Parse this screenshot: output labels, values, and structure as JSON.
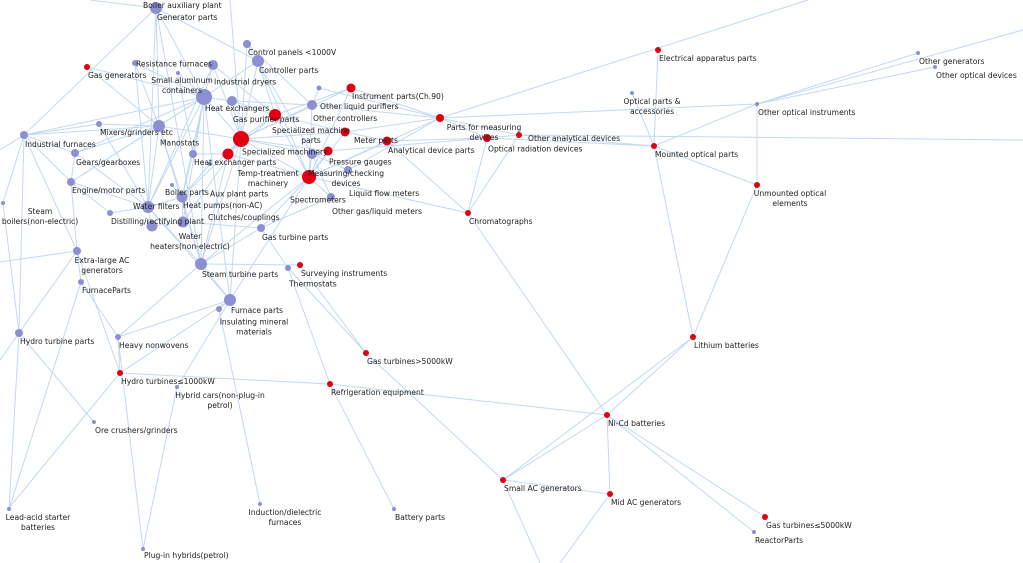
{
  "colors": {
    "product_node": "#8c90d2",
    "highlight_node": "#e0000f",
    "edge": "#c3d8f1"
  },
  "nodes": [
    {
      "label": [
        "Boiler auxiliary plant"
      ],
      "group": "product"
    },
    {
      "label": [
        "Generator parts"
      ],
      "group": "product"
    },
    {
      "label": [
        "Control panels <1000V"
      ],
      "group": "product"
    },
    {
      "label": [
        "Controller parts"
      ],
      "group": "product"
    },
    {
      "label": [
        "Gas generators"
      ],
      "group": "highlight"
    },
    {
      "label": [
        "Resistance furnaces"
      ],
      "group": "product"
    },
    {
      "label": [
        "Industrial dryers"
      ],
      "group": "product"
    },
    {
      "label": [
        "Small aluminum",
        "containers"
      ],
      "group": "product"
    },
    {
      "label": [
        "Heat exchangers"
      ],
      "group": "product"
    },
    {
      "label": [
        "Gas purifier parts"
      ],
      "group": "product"
    },
    {
      "label": [
        "Instrument parts(Ch.90)"
      ],
      "group": "highlight"
    },
    {
      "label": [
        "Other liquid purifiers"
      ],
      "group": "product"
    },
    {
      "label": [
        "Other controllers"
      ],
      "group": "product"
    },
    {
      "label": [
        "Specialized machine",
        "parts"
      ],
      "group": "highlight"
    },
    {
      "label": [
        "Mixers/grinders etc"
      ],
      "group": "product"
    },
    {
      "label": [
        "Manostats"
      ],
      "group": "product"
    },
    {
      "label": [
        "Industrial furnaces"
      ],
      "group": "product"
    },
    {
      "label": [
        "Specialized machinery"
      ],
      "group": "highlight"
    },
    {
      "label": [
        "Meter parts"
      ],
      "group": "highlight"
    },
    {
      "label": [
        "Analytical device parts"
      ],
      "group": "highlight"
    },
    {
      "label": [
        "Pressure gauges"
      ],
      "group": "highlight"
    },
    {
      "label": [
        "Measuring/checking",
        "devices"
      ],
      "group": "product"
    },
    {
      "label": [
        "Gears/gearboxes"
      ],
      "group": "product"
    },
    {
      "label": [
        "Heat exchanger parts"
      ],
      "group": "product"
    },
    {
      "label": [
        "Temp-treatment",
        "machinery"
      ],
      "group": "highlight"
    },
    {
      "label": [
        "Aux plant parts"
      ],
      "group": "product"
    },
    {
      "label": [
        "Liquid flow meters"
      ],
      "group": "product"
    },
    {
      "label": [
        "Spectrometers"
      ],
      "group": "highlight"
    },
    {
      "label": [
        "Engine/motor parts"
      ],
      "group": "product"
    },
    {
      "label": [
        "Boiler parts"
      ],
      "group": "product"
    },
    {
      "label": [
        "Heat pumps(non-AC)"
      ],
      "group": "product"
    },
    {
      "label": [
        "Other gas/liquid meters"
      ],
      "group": "product"
    },
    {
      "label": [
        "Steam",
        "boilers(non-electric)"
      ],
      "group": "product"
    },
    {
      "label": [
        "Distilling/rectifying plant"
      ],
      "group": "product"
    },
    {
      "label": [
        "Water filters"
      ],
      "group": "product"
    },
    {
      "label": [
        "Water",
        "heaters(non-electric)"
      ],
      "group": "product"
    },
    {
      "label": [
        "Clutches/couplings"
      ],
      "group": "product"
    },
    {
      "label": [
        "Gas turbine parts"
      ],
      "group": "product"
    },
    {
      "label": [
        "Extra-large AC",
        "generators"
      ],
      "group": "product"
    },
    {
      "label": [
        "Steam turbine parts"
      ],
      "group": "product"
    },
    {
      "label": [
        "Surveying instruments"
      ],
      "group": "highlight"
    },
    {
      "label": [
        "Thermostats"
      ],
      "group": "product"
    },
    {
      "label": [
        "FurnaceParts"
      ],
      "group": "product"
    },
    {
      "label": [
        "Furnace parts"
      ],
      "group": "product"
    },
    {
      "label": [
        "Insulating mineral",
        "materials"
      ],
      "group": "product"
    },
    {
      "label": [
        "Hydro turbine parts"
      ],
      "group": "product"
    },
    {
      "label": [
        "Heavy nonwovens"
      ],
      "group": "product"
    },
    {
      "label": [
        "Gas turbines>5000kW"
      ],
      "group": "highlight"
    },
    {
      "label": [
        "Hydro turbines≤1000kW"
      ],
      "group": "highlight"
    },
    {
      "label": [
        "Hybrid cars(non-plug-in",
        "petrol)"
      ],
      "group": "product"
    },
    {
      "label": [
        "Refrigeration equipment"
      ],
      "group": "highlight"
    },
    {
      "label": [
        "Ore crushers/grinders"
      ],
      "group": "product"
    },
    {
      "label": [
        "Lead-acid starter",
        "batteries"
      ],
      "group": "product"
    },
    {
      "label": [
        "Induction/dielectric",
        "furnaces"
      ],
      "group": "product"
    },
    {
      "label": [
        "Battery parts"
      ],
      "group": "product"
    },
    {
      "label": [
        "Plug-in hybrids(petrol)"
      ],
      "group": "product"
    },
    {
      "label": [
        "Parts for measuring",
        "devices"
      ],
      "group": "highlight"
    },
    {
      "label": [
        "Optical radiation devices"
      ],
      "group": "highlight"
    },
    {
      "label": [
        "Other analytical devices"
      ],
      "group": "highlight"
    },
    {
      "label": [
        "Chromatographs"
      ],
      "group": "highlight"
    },
    {
      "label": [
        "Electrical apparatus parts"
      ],
      "group": "highlight"
    },
    {
      "label": [
        "Optical parts &",
        "accessories"
      ],
      "group": "product"
    },
    {
      "label": [
        "Other optical instruments"
      ],
      "group": "product"
    },
    {
      "label": [
        "Mounted optical parts"
      ],
      "group": "highlight"
    },
    {
      "label": [
        "Unmounted optical",
        "elements"
      ],
      "group": "highlight"
    },
    {
      "label": [
        "Other generators"
      ],
      "group": "product"
    },
    {
      "label": [
        "Other optical devices"
      ],
      "group": "product"
    },
    {
      "label": [
        "Lithium batteries"
      ],
      "group": "highlight"
    },
    {
      "label": [
        "Ni-Cd batteries"
      ],
      "group": "highlight"
    },
    {
      "label": [
        "Small AC generators"
      ],
      "group": "highlight"
    },
    {
      "label": [
        "Mid AC generators"
      ],
      "group": "highlight"
    },
    {
      "label": [
        "Gas turbines≤5000kW"
      ],
      "group": "highlight"
    },
    {
      "label": [
        "ReactorParts"
      ],
      "group": "product"
    }
  ],
  "edges": [
    [
      1,
      8
    ],
    [
      1,
      15
    ],
    [
      1,
      34
    ],
    [
      1,
      3
    ],
    [
      1,
      39
    ],
    [
      1,
      16
    ],
    [
      2,
      3
    ],
    [
      2,
      12
    ],
    [
      2,
      17
    ],
    [
      3,
      8
    ],
    [
      3,
      13
    ],
    [
      3,
      17
    ],
    [
      3,
      27
    ],
    [
      3,
      21
    ],
    [
      4,
      8
    ],
    [
      4,
      15
    ],
    [
      5,
      8
    ],
    [
      5,
      15
    ],
    [
      5,
      34
    ],
    [
      6,
      8
    ],
    [
      6,
      17
    ],
    [
      6,
      13
    ],
    [
      6,
      34
    ],
    [
      7,
      8
    ],
    [
      7,
      23
    ],
    [
      8,
      9
    ],
    [
      8,
      15
    ],
    [
      8,
      17
    ],
    [
      8,
      23
    ],
    [
      8,
      30
    ],
    [
      8,
      34
    ],
    [
      8,
      36
    ],
    [
      8,
      39
    ],
    [
      8,
      43
    ],
    [
      8,
      16
    ],
    [
      8,
      22
    ],
    [
      8,
      28
    ],
    [
      9,
      13
    ],
    [
      9,
      17
    ],
    [
      9,
      12
    ],
    [
      10,
      56
    ],
    [
      10,
      13
    ],
    [
      10,
      17
    ],
    [
      10,
      27
    ],
    [
      11,
      12
    ],
    [
      11,
      56
    ],
    [
      12,
      17
    ],
    [
      12,
      27
    ],
    [
      12,
      56
    ],
    [
      13,
      17
    ],
    [
      13,
      24
    ],
    [
      13,
      18
    ],
    [
      13,
      27
    ],
    [
      14,
      15
    ],
    [
      14,
      16
    ],
    [
      14,
      34
    ],
    [
      15,
      16
    ],
    [
      15,
      17
    ],
    [
      15,
      22
    ],
    [
      15,
      28
    ],
    [
      15,
      30
    ],
    [
      15,
      34
    ],
    [
      15,
      39
    ],
    [
      16,
      22
    ],
    [
      16,
      28
    ],
    [
      16,
      32
    ],
    [
      16,
      38
    ],
    [
      16,
      45
    ],
    [
      17,
      18
    ],
    [
      17,
      20
    ],
    [
      17,
      21
    ],
    [
      17,
      24
    ],
    [
      17,
      27
    ],
    [
      17,
      30
    ],
    [
      17,
      36
    ],
    [
      17,
      39
    ],
    [
      17,
      43
    ],
    [
      18,
      19
    ],
    [
      18,
      27
    ],
    [
      18,
      56
    ],
    [
      19,
      57
    ],
    [
      19,
      27
    ],
    [
      19,
      59
    ],
    [
      20,
      27
    ],
    [
      20,
      57
    ],
    [
      21,
      27
    ],
    [
      21,
      26
    ],
    [
      21,
      31
    ],
    [
      22,
      28
    ],
    [
      22,
      34
    ],
    [
      23,
      24
    ],
    [
      23,
      30
    ],
    [
      24,
      27
    ],
    [
      24,
      39
    ],
    [
      25,
      30
    ],
    [
      26,
      56
    ],
    [
      26,
      27
    ],
    [
      27,
      31
    ],
    [
      27,
      37
    ],
    [
      27,
      39
    ],
    [
      27,
      43
    ],
    [
      27,
      56
    ],
    [
      27,
      59
    ],
    [
      28,
      33
    ],
    [
      28,
      38
    ],
    [
      28,
      34
    ],
    [
      29,
      30
    ],
    [
      30,
      34
    ],
    [
      30,
      36
    ],
    [
      30,
      39
    ],
    [
      31,
      37
    ],
    [
      33,
      34
    ],
    [
      34,
      35
    ],
    [
      34,
      39
    ],
    [
      34,
      43
    ],
    [
      35,
      36
    ],
    [
      36,
      37
    ],
    [
      37,
      39
    ],
    [
      37,
      41
    ],
    [
      38,
      42
    ],
    [
      38,
      45
    ],
    [
      39,
      43
    ],
    [
      39,
      40
    ],
    [
      39,
      46
    ],
    [
      41,
      50
    ],
    [
      42,
      46
    ],
    [
      43,
      44
    ],
    [
      43,
      46
    ],
    [
      43,
      48
    ],
    [
      43,
      49
    ],
    [
      44,
      53
    ],
    [
      45,
      51
    ],
    [
      46,
      48
    ],
    [
      47,
      69
    ],
    [
      48,
      50
    ],
    [
      49,
      55
    ],
    [
      50,
      68
    ],
    [
      50,
      54
    ],
    [
      40,
      47
    ],
    [
      41,
      47
    ],
    [
      56,
      57
    ],
    [
      56,
      58
    ],
    [
      56,
      62
    ],
    [
      57,
      58
    ],
    [
      57,
      59
    ],
    [
      57,
      63
    ],
    [
      58,
      63
    ],
    [
      58,
      59
    ],
    [
      59,
      68
    ],
    [
      60,
      63
    ],
    [
      61,
      63
    ],
    [
      62,
      63
    ],
    [
      62,
      64
    ],
    [
      62,
      66
    ],
    [
      62,
      65
    ],
    [
      63,
      64
    ],
    [
      63,
      67
    ],
    [
      64,
      67
    ],
    [
      67,
      68
    ],
    [
      67,
      69
    ],
    [
      68,
      69
    ],
    [
      68,
      70
    ],
    [
      68,
      71
    ],
    [
      68,
      72
    ],
    [
      69,
      70
    ],
    [
      45,
      52
    ],
    [
      32,
      45
    ],
    [
      38,
      48
    ],
    [
      46,
      55
    ],
    [
      42,
      52
    ]
  ]
}
